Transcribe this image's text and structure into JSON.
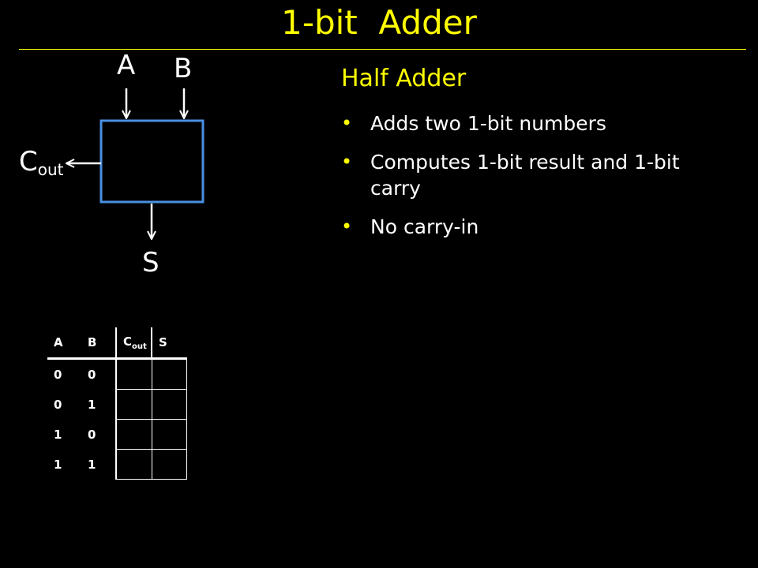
{
  "slide": {
    "title": "1-bit  Adder"
  },
  "diagram": {
    "input_a": "A",
    "input_b": "B",
    "carry_out_main": "C",
    "carry_out_sub": "out",
    "sum": "S",
    "box_color": "#4a90e2"
  },
  "content": {
    "heading": "Half Adder",
    "bullets": [
      "Adds two 1-bit numbers",
      "Computes 1-bit result and 1-bit carry",
      "No carry-in"
    ]
  },
  "truth_table": {
    "headers": [
      "A",
      "B",
      "C",
      "out",
      "S"
    ],
    "rows": [
      [
        "0",
        "0"
      ],
      [
        "0",
        "1"
      ],
      [
        "1",
        "0"
      ],
      [
        "1",
        "1"
      ]
    ]
  },
  "colors": {
    "accent": "#ffff00",
    "text": "#ffffff",
    "background": "#000000"
  }
}
